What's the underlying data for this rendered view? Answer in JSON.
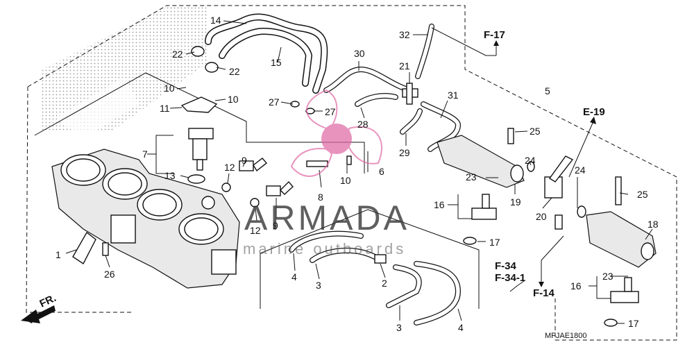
{
  "diagram": {
    "callouts": [
      {
        "id": "c14",
        "text": "14"
      },
      {
        "id": "c22a",
        "text": "22"
      },
      {
        "id": "c22b",
        "text": "22"
      },
      {
        "id": "c15",
        "text": "15"
      },
      {
        "id": "c30",
        "text": "30"
      },
      {
        "id": "c32",
        "text": "32"
      },
      {
        "id": "c21",
        "text": "21"
      },
      {
        "id": "c5",
        "text": "5"
      },
      {
        "id": "c10a",
        "text": "10"
      },
      {
        "id": "c10b",
        "text": "10"
      },
      {
        "id": "c11",
        "text": "11"
      },
      {
        "id": "c27a",
        "text": "27"
      },
      {
        "id": "c27b",
        "text": "27"
      },
      {
        "id": "c28",
        "text": "28"
      },
      {
        "id": "c31",
        "text": "31"
      },
      {
        "id": "c29",
        "text": "29"
      },
      {
        "id": "c25a",
        "text": "25"
      },
      {
        "id": "c7",
        "text": "7"
      },
      {
        "id": "c9a",
        "text": "9"
      },
      {
        "id": "c12a",
        "text": "12"
      },
      {
        "id": "c13",
        "text": "13"
      },
      {
        "id": "c6",
        "text": "6"
      },
      {
        "id": "c10c",
        "text": "10"
      },
      {
        "id": "c24a",
        "text": "24"
      },
      {
        "id": "c24b",
        "text": "24"
      },
      {
        "id": "c23a",
        "text": "23"
      },
      {
        "id": "c16a",
        "text": "16"
      },
      {
        "id": "c19",
        "text": "19"
      },
      {
        "id": "c20",
        "text": "20"
      },
      {
        "id": "c25b",
        "text": "25"
      },
      {
        "id": "c8",
        "text": "8"
      },
      {
        "id": "c12b",
        "text": "12"
      },
      {
        "id": "c9b",
        "text": "9"
      },
      {
        "id": "c18",
        "text": "18"
      },
      {
        "id": "c17a",
        "text": "17"
      },
      {
        "id": "c1",
        "text": "1"
      },
      {
        "id": "c26",
        "text": "26"
      },
      {
        "id": "c4a",
        "text": "4"
      },
      {
        "id": "c3a",
        "text": "3"
      },
      {
        "id": "c2",
        "text": "2"
      },
      {
        "id": "c23b",
        "text": "23"
      },
      {
        "id": "c16b",
        "text": "16"
      },
      {
        "id": "c3b",
        "text": "3"
      },
      {
        "id": "c4b",
        "text": "4"
      },
      {
        "id": "c17b",
        "text": "17"
      }
    ],
    "references": [
      {
        "id": "r_f17",
        "text": "F-17"
      },
      {
        "id": "r_e19",
        "text": "E-19"
      },
      {
        "id": "r_f34",
        "text": "F-34"
      },
      {
        "id": "r_f341",
        "text": "F-34-1"
      },
      {
        "id": "r_f14",
        "text": "F-14"
      },
      {
        "id": "r_fr",
        "text": "FR."
      }
    ],
    "diagram_code": "MFJAE1800"
  },
  "watermark": {
    "brand": "ARMADA",
    "tagline": "marine outboards",
    "accent_color": "#e06aa6"
  }
}
